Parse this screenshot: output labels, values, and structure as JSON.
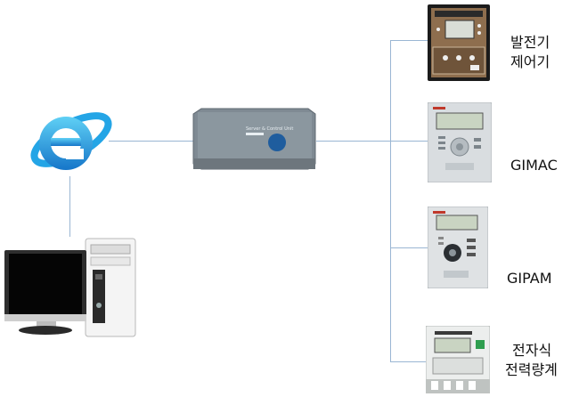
{
  "devices": {
    "generator_controller": {
      "line1": "발전기",
      "line2": "제어기"
    },
    "gimac": {
      "label": "GIMAC"
    },
    "gipam": {
      "label": "GIPAM"
    },
    "power_meter": {
      "line1": "전자식",
      "line2": "전력량계"
    }
  },
  "gateway": {
    "title": "Server & Control Unit"
  }
}
